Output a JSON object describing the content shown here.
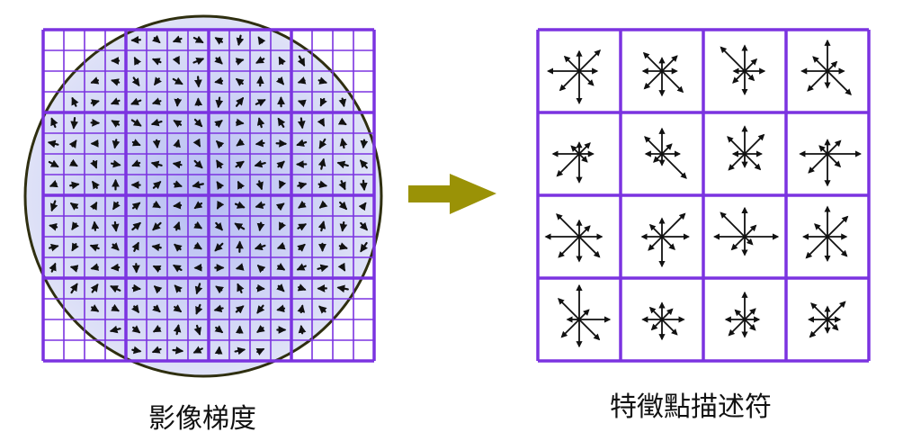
{
  "left_panel": {
    "caption": "影像梯度",
    "grid_cells": 16,
    "grid_color": "#7b33e0",
    "circle_fill": "#ced3f2",
    "circle_stroke": "#2f2f10"
  },
  "arrow": {
    "color": "#9a9206"
  },
  "right_panel": {
    "caption": "特徵點描述符",
    "grid_cells": 4,
    "grid_color": "#7b33e0"
  }
}
